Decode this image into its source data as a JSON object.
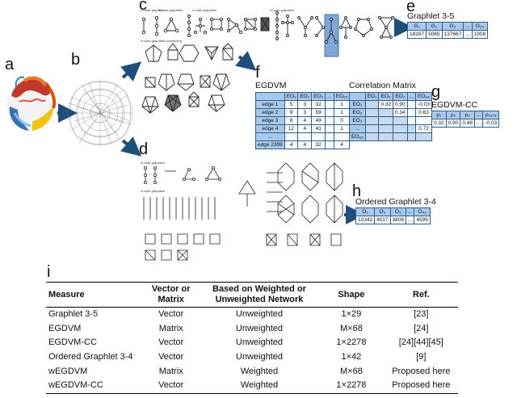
{
  "panels": {
    "a": "a",
    "b": "b",
    "c": "c",
    "d": "d",
    "e": "e",
    "f": "f",
    "g": "g",
    "h": "h",
    "i": "i"
  },
  "captions": {
    "e": "Graphlet 3-5",
    "f": "EGDVM",
    "f_corr": "Correlation Matrix",
    "g": "EGDVM-CC",
    "h": "Ordered Graphlet 3-4"
  },
  "table_e": {
    "headers": [
      "G₁",
      "G₂",
      "G₃",
      "...",
      "G₂₉"
    ],
    "values": [
      "18167",
      "5065",
      "137667",
      "...",
      "1908"
    ]
  },
  "table_f": {
    "headers": [
      "",
      "EO₁",
      "EO₂",
      "EO₃",
      "...",
      "EO₆₈"
    ],
    "rows": [
      [
        "edge 1",
        "5",
        "3",
        "32",
        "",
        "1"
      ],
      [
        "edge 2",
        "9",
        "3",
        "59",
        "",
        "1"
      ],
      [
        "edge 3",
        "6",
        "4",
        "49",
        "",
        "0"
      ],
      [
        "edge 4",
        "12",
        "4",
        "41",
        "",
        "1"
      ],
      [
        "...",
        "",
        "",
        "",
        "",
        ""
      ],
      [
        "edge 2399",
        "4",
        "4",
        "32",
        "",
        "4"
      ]
    ]
  },
  "table_corr": {
    "headers": [
      "",
      "EO₁",
      "EO₂",
      "EO₃",
      "...",
      "EO₆₈"
    ],
    "rows": [
      [
        "EO₁",
        "",
        "0.32",
        "0.90",
        "",
        "-0.03"
      ],
      [
        "EO₂",
        "",
        "",
        "0.34",
        "",
        "0.63"
      ],
      [
        "EO₃",
        "",
        "",
        "",
        "",
        ""
      ],
      [
        "...",
        "",
        "",
        "",
        "",
        "0.72"
      ],
      [
        "EO₆₈",
        "",
        "",
        "",
        "",
        ""
      ]
    ]
  },
  "table_g": {
    "headers": [
      "ρ₁",
      "ρ₂",
      "ρ₃",
      "...",
      "ρ₂₂₇₈"
    ],
    "values": [
      "0.32",
      "0.90",
      "0.88",
      "...",
      "-0.03"
    ]
  },
  "table_h": {
    "headers": [
      "O₁",
      "O₂",
      "O₃",
      "...",
      "O₄₂"
    ],
    "values": [
      "10342",
      "4017",
      "3808",
      "...",
      "4599"
    ]
  },
  "graphlet_labels": {
    "c_2node": "2-node graphlet",
    "c_3node": "3-node graphlets",
    "c_4node": "4-node graphlets",
    "c_5node": "5-node graphlets",
    "c_5node_cont": "5-node graphlets (continued)",
    "d_3node": "3-node graphlets",
    "d_4node": "4-node graphlets"
  },
  "colors": {
    "accent_blue": "#2f5f8f",
    "header_blue": "#a9c9ec",
    "arrow": "#1f4e79",
    "highlight": "#7da7d9",
    "protein_red": "#c0392b",
    "protein_blue": "#3a6fb0"
  },
  "table_i": {
    "headers": {
      "measure": "Measure",
      "vector_or_matrix": "Vector or Matrix",
      "based_on": "Based on Weighted or Unweighted Network",
      "shape": "Shape",
      "ref": "Ref."
    },
    "rows": [
      {
        "measure": "Graphlet 3-5",
        "type": "Vector",
        "network": "Unweighted",
        "shape": "1×29",
        "ref": "[23]"
      },
      {
        "measure": "EGDVM",
        "type": "Matrix",
        "network": "Unweighted",
        "shape": "M×68",
        "ref": "[24]"
      },
      {
        "measure": "EGDVM-CC",
        "type": "Vector",
        "network": "Unweighted",
        "shape": "1×2278",
        "ref": "[24][44][45]"
      },
      {
        "measure": "Ordered Graphlet 3-4",
        "type": "Vector",
        "network": "Unweighted",
        "shape": "1×42",
        "ref": "[9]"
      },
      {
        "measure": "wEGDVM",
        "type": "Matrix",
        "network": "Weighted",
        "shape": "M×68",
        "ref": "Proposed here"
      },
      {
        "measure": "wEGDVM-CC",
        "type": "Vector",
        "network": "Weighted",
        "shape": "1×2278",
        "ref": "Proposed here"
      }
    ]
  }
}
